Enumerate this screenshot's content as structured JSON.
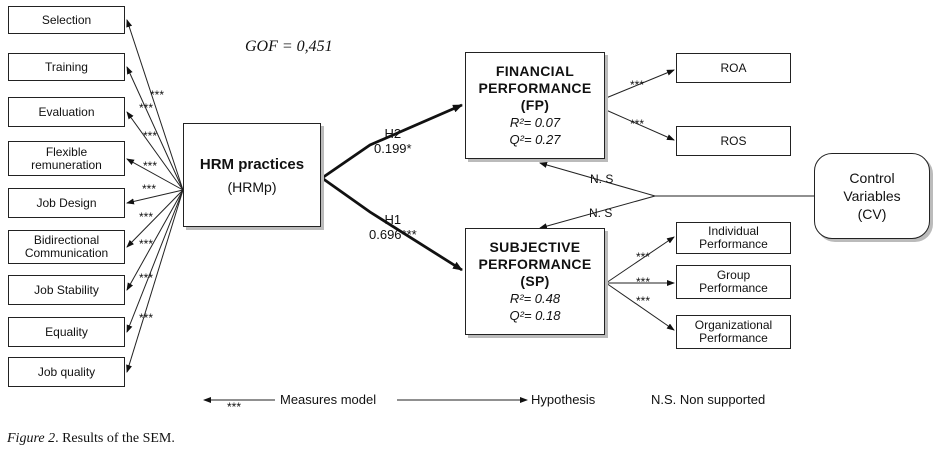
{
  "gof": "GOF = 0,451",
  "indicators": [
    {
      "label": "Selection"
    },
    {
      "label": "Training"
    },
    {
      "label": "Evaluation"
    },
    {
      "label": "Flexible remuneration"
    },
    {
      "label": "Job Design"
    },
    {
      "label": "Bidirectional Communication"
    },
    {
      "label": "Job Stability"
    },
    {
      "label": "Equality"
    },
    {
      "label": "Job quality"
    }
  ],
  "measure_sig": "***",
  "hrm": {
    "title": "HRM practices",
    "abbr": "(HRMp)"
  },
  "fp": {
    "line1": "FINANCIAL",
    "line2": "PERFORMANCE",
    "abbr": "(FP)",
    "r2": "R²= 0.07",
    "q2": "Q²= 0.27"
  },
  "sp": {
    "line1": "SUBJECTIVE",
    "line2": "PERFORMANCE",
    "abbr": "(SP)",
    "r2": "R²= 0.48",
    "q2": "Q²= 0.18"
  },
  "h2": {
    "label": "H2",
    "coef": "0.199*"
  },
  "h1": {
    "label": "H1",
    "coef": "0.696***"
  },
  "fp_indicators": [
    "ROA",
    "ROS"
  ],
  "sp_indicators": [
    "Individual Performance",
    "Group Performance",
    "Organizational Performance"
  ],
  "control": {
    "line1": "Control",
    "line2": "Variables",
    "abbr": "(CV)"
  },
  "ns_fp": "N. S",
  "ns_sp": "N. S",
  "legend": {
    "measures": "Measures model",
    "hypothesis": "Hypothesis",
    "ns": "N.S. Non supported",
    "sig": "***"
  },
  "caption": {
    "prefix": "Figure 2",
    "text": ". Results of the SEM."
  }
}
